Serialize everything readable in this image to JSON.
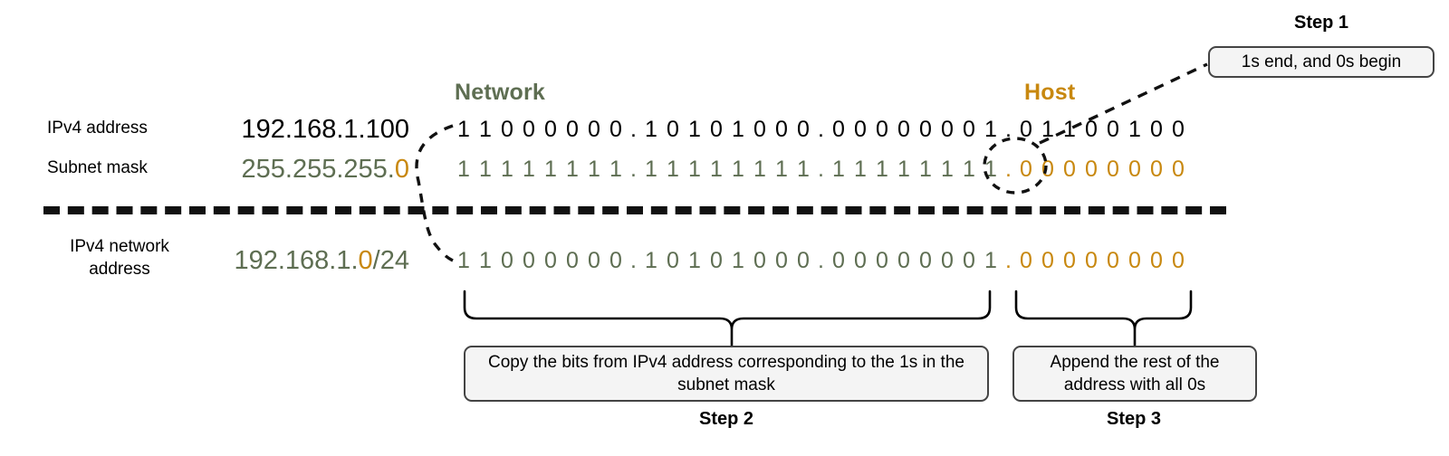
{
  "headers": {
    "network": "Network",
    "host": "Host"
  },
  "colors": {
    "network_green": "#5e6e52",
    "host_orange": "#c8880f",
    "text_black": "#000000",
    "callout_fill": "#f4f4f4",
    "callout_border": "#444444"
  },
  "rows": {
    "ipv4_address": {
      "label": "IPv4 address",
      "decimal": "192.168.1.100",
      "binary_octets": [
        "11000000",
        "10101000",
        "00000001",
        "01100100"
      ]
    },
    "subnet_mask": {
      "label": "Subnet mask",
      "decimal_network": "255.255.255.",
      "decimal_host": "0",
      "binary_octets": [
        "11111111",
        "11111111",
        "11111111",
        "00000000"
      ]
    },
    "network_address": {
      "label_line1": "IPv4 network",
      "label_line2": "address",
      "decimal_network": "192.168.1.",
      "decimal_host": "0",
      "decimal_prefix": "/24",
      "binary_octets": [
        "11000000",
        "10101000",
        "00000001",
        "00000000"
      ]
    }
  },
  "steps": {
    "step1": {
      "label": "Step 1",
      "text": "1s end, and 0s begin"
    },
    "step2": {
      "label": "Step 2",
      "text": "Copy the bits from IPv4 address corresponding to the 1s in the subnet mask"
    },
    "step3": {
      "label": "Step 3",
      "text": "Append the rest of the address with all 0s"
    }
  },
  "annotations": {
    "highlight_ellipse": "dashed-ellipse-boundary-bit",
    "leader_step1": "dashed-leader-line",
    "brace_network": "curly-brace-network-bits",
    "brace_host": "curly-brace-host-bits",
    "divider": "dashed-horizontal-divider"
  }
}
